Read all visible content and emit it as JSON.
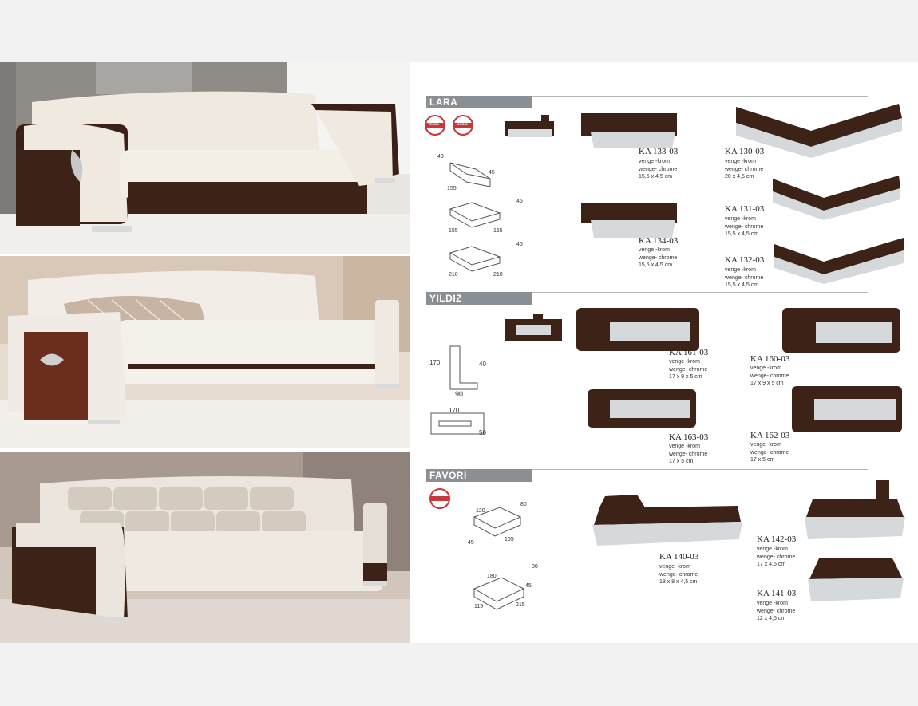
{
  "sections": [
    {
      "title": "LARA"
    },
    {
      "title": "YILDIZ"
    },
    {
      "title": "FAVORİ"
    }
  ],
  "badges": {
    "tescil": "TESCİL",
    "model": "MODEL"
  },
  "products": [
    {
      "code": "KA 133-03",
      "line1": "venge -krom",
      "line2": "wenge- chrome",
      "size": "15,5 x 4,5 cm"
    },
    {
      "code": "KA 130-03",
      "line1": "venge -krom",
      "line2": "wenge- chrome",
      "size": "20 x 4,5 cm"
    },
    {
      "code": "KA 134-03",
      "line1": "venge -krom",
      "line2": "wenge- chrome",
      "size": "15,5 x 4,5 cm"
    },
    {
      "code": "KA 131-03",
      "line1": "venge -krom",
      "line2": "wenge- chrome",
      "size": "15,5 x 4,5 cm"
    },
    {
      "code": "KA 132-03",
      "line1": "venge -krom",
      "line2": "wenge- chrome",
      "size": "15,5 x 4,5 cm"
    },
    {
      "code": "KA 161-03",
      "line1": "venge -krom",
      "line2": "wenge- chrome",
      "size": "17 x 9 x 5 cm"
    },
    {
      "code": "KA 160-03",
      "line1": "venge -krom",
      "line2": "wenge- chrome",
      "size": "17 x 9 x 5 cm"
    },
    {
      "code": "KA 163-03",
      "line1": "venge -krom",
      "line2": "wenge- chrome",
      "size": "17 x 5 cm"
    },
    {
      "code": "KA 162-03",
      "line1": "venge -krom",
      "line2": "wenge- chrome",
      "size": "17 x 5 cm"
    },
    {
      "code": "KA 140-03",
      "line1": "venge -krom",
      "line2": "wenge- chrome",
      "size": "18 x 8 x 4,5 cm"
    },
    {
      "code": "KA 142-03",
      "line1": "venge -krom",
      "line2": "wenge- chrome",
      "size": "17 x 4,5 cm"
    },
    {
      "code": "KA 141-03",
      "line1": "venge -krom",
      "line2": "wenge- chrome",
      "size": "12 x 4,5 cm"
    }
  ],
  "dimensions": {
    "lara": {
      "d1": "43",
      "d2": "155",
      "d3": "45",
      "d4": "155",
      "d5": "155",
      "d6": "45",
      "d7": "210",
      "d8": "210",
      "d9": "45"
    },
    "yildiz": {
      "d1": "170",
      "d2": "40",
      "d3": "90",
      "d4": "170",
      "d5": "50"
    },
    "favori": {
      "d1": "120",
      "d2": "45",
      "d3": "155",
      "d4": "80",
      "d5": "180",
      "d6": "45",
      "d7": "115",
      "d8": "215",
      "d9": "80"
    }
  },
  "colors": {
    "wenge": "#3d2218",
    "chrome": "#cfd3d6",
    "header": "#8a8f94",
    "badge": "#c8383a"
  }
}
